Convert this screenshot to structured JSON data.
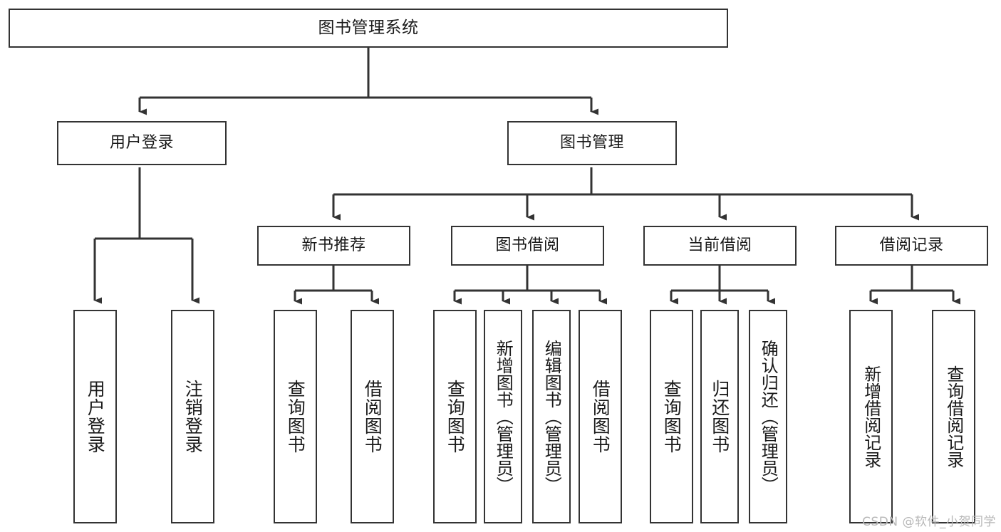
{
  "diagram": {
    "title": "图书管理系统",
    "watermark": "CSDN @软件_小贺同学",
    "line_color": "#333333",
    "box_fill": "#ffffff",
    "text_color": "#1a1a1a",
    "watermark_color": "#b8b8b8",
    "nodes": {
      "root": {
        "label": "图书管理系统"
      },
      "level1": [
        {
          "id": "user-login",
          "label": "用户登录"
        },
        {
          "id": "book-management",
          "label": "图书管理"
        }
      ],
      "level2": [
        {
          "id": "new-book-recommend",
          "label": "新书推荐"
        },
        {
          "id": "book-borrow",
          "label": "图书借阅"
        },
        {
          "id": "current-borrow",
          "label": "当前借阅"
        },
        {
          "id": "borrow-record",
          "label": "借阅记录"
        }
      ],
      "leaves": {
        "user-login": [
          {
            "id": "leaf-user-login",
            "label": "用户登录"
          },
          {
            "id": "leaf-logout-login",
            "label": "注销登录"
          }
        ],
        "new-book-recommend": [
          {
            "id": "leaf-query-book-1",
            "label": "查询图书"
          },
          {
            "id": "leaf-borrow-book-1",
            "label": "借阅图书"
          }
        ],
        "book-borrow": [
          {
            "id": "leaf-query-book-2",
            "label": "查询图书"
          },
          {
            "id": "leaf-add-book-admin",
            "label": "新增图书（管理员）"
          },
          {
            "id": "leaf-edit-book-admin",
            "label": "编辑图书（管理员）"
          },
          {
            "id": "leaf-borrow-book-2",
            "label": "借阅图书"
          }
        ],
        "current-borrow": [
          {
            "id": "leaf-query-book-3",
            "label": "查询图书"
          },
          {
            "id": "leaf-return-book",
            "label": "归还图书"
          },
          {
            "id": "leaf-confirm-return-admin",
            "label": "确认归还（管理员）"
          }
        ],
        "borrow-record": [
          {
            "id": "leaf-add-borrow-record",
            "label": "新增借阅记录"
          },
          {
            "id": "leaf-query-borrow-record",
            "label": "查询借阅记录"
          }
        ]
      }
    }
  }
}
